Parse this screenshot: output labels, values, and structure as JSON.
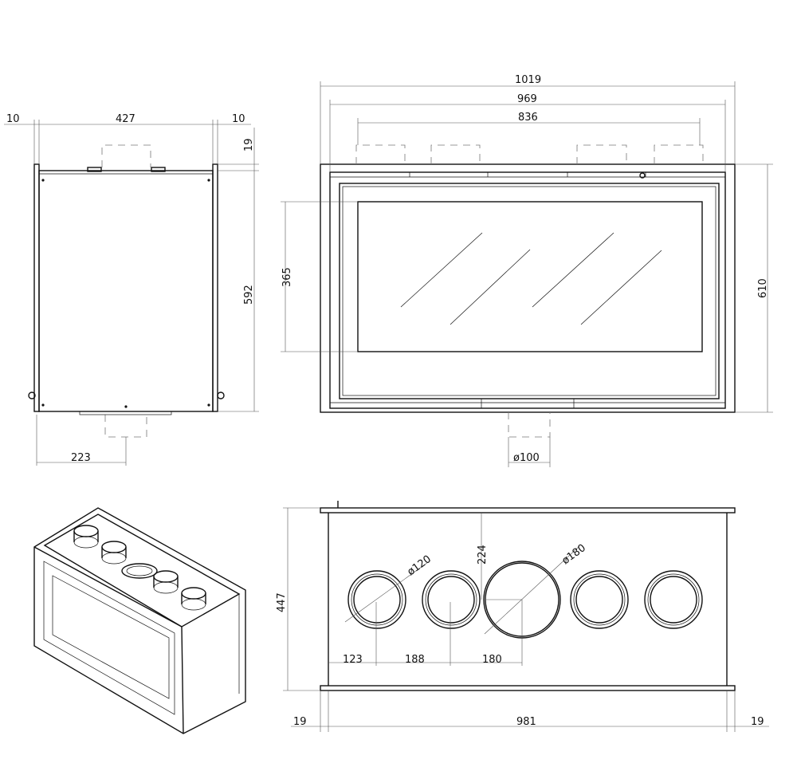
{
  "title": "Fireplace insert dimensional drawing",
  "side_view": {
    "dim_left_flange": "10",
    "dim_width": "427",
    "dim_right_flange": "10",
    "dim_top": "19",
    "dim_height": "592",
    "dim_outlet_offset": "223"
  },
  "front_view": {
    "dim_overall_width": "1019",
    "dim_body_width": "969",
    "dim_outlet_span": "836",
    "dim_glass_height": "365",
    "dim_height": "610",
    "dim_inlet_diameter": "ø100"
  },
  "top_view": {
    "dim_depth": "447",
    "dim_center_depth": "224",
    "dim_small_diameter": "ø120",
    "dim_large_diameter": "ø180",
    "dim_first_offset": "123",
    "dim_spacing": "188",
    "dim_center_spacing": "180",
    "dim_left_flange": "19",
    "dim_width": "981",
    "dim_right_flange": "19"
  }
}
